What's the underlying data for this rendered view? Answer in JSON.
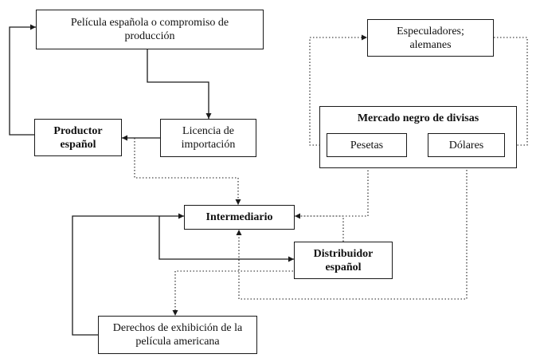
{
  "nodes": {
    "pelicula": {
      "lines": [
        "Película española o compromiso de",
        "producción"
      ]
    },
    "licencia": {
      "lines": [
        "Licencia de",
        "importación"
      ]
    },
    "productor": {
      "lines": [
        "Productor",
        "español"
      ]
    },
    "especuladores": {
      "lines": [
        "Especuladores;",
        "alemanes"
      ]
    },
    "mercado": {
      "title": "Mercado negro de divisas"
    },
    "pesetas": {
      "lines": [
        "Pesetas"
      ]
    },
    "dolares": {
      "lines": [
        "Dólares"
      ]
    },
    "intermediario": {
      "lines": [
        "Intermediario"
      ]
    },
    "distribuidor": {
      "lines": [
        "Distribuidor",
        "español"
      ]
    },
    "derechos": {
      "lines": [
        "Derechos de exhibición de la",
        "película americana"
      ]
    }
  },
  "colors": {
    "line": "#1a1a1a",
    "text": "#111111",
    "background": "#ffffff"
  }
}
